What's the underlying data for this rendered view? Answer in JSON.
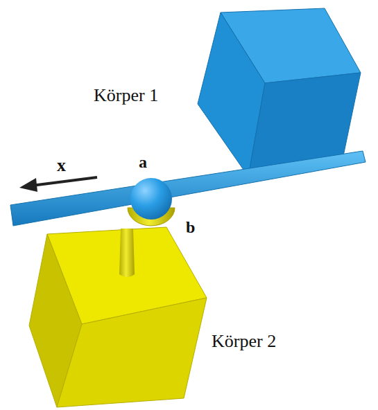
{
  "diagram": {
    "labels": [
      "Körper 1",
      "x",
      "a",
      "b",
      "Körper 2"
    ]
  }
}
